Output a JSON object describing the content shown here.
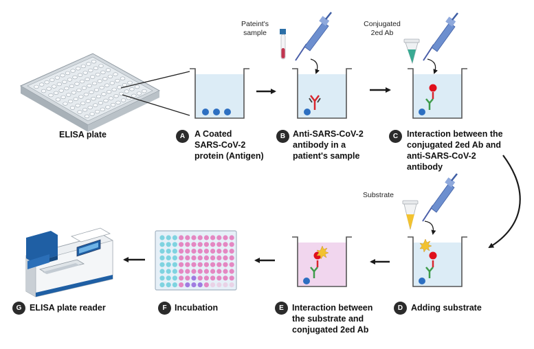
{
  "steps": [
    {
      "letter": "A",
      "text_lines": [
        "A Coated",
        "SARS-CoV-2",
        "protein (Antigen)"
      ]
    },
    {
      "letter": "B",
      "text_lines": [
        "Anti-SARS-CoV-2",
        "antibody in a",
        "patient's sample"
      ]
    },
    {
      "letter": "C",
      "text_lines": [
        "Interaction between the",
        "conjugated 2ed Ab and",
        "anti-SARS-CoV-2",
        "antibody"
      ]
    },
    {
      "letter": "D",
      "text_lines": [
        "Adding substrate"
      ]
    },
    {
      "letter": "E",
      "text_lines": [
        "Interaction between",
        "the substrate and",
        "conjugated 2ed Ab"
      ]
    },
    {
      "letter": "F",
      "text_lines": [
        "Incubation"
      ]
    },
    {
      "letter": "G",
      "text_lines": [
        "ELISA plate reader"
      ]
    }
  ],
  "labels": {
    "elisa_plate": "ELISA plate",
    "patient_sample_lines": [
      "Pateint's",
      "sample"
    ],
    "conjugated_lines": [
      "Conjugated",
      "2ed Ab"
    ],
    "substrate": "Substrate"
  },
  "colors": {
    "well_liquid": "#dcecf6",
    "well_liquid_purple": "#f1d6ee",
    "antigen_blue": "#2d6fc1",
    "antibody_red": "#d8262e",
    "antibody_green": "#3e9b4a",
    "enzyme_red": "#e0101c",
    "substrate_yellow": "#f2c230",
    "plate_pink": "#e487c2",
    "plate_cyan": "#7fd3e0",
    "plate_purple": "#a07be0",
    "pipette_blue": "#6d8fcf",
    "arrow": "#1a1a1a"
  }
}
